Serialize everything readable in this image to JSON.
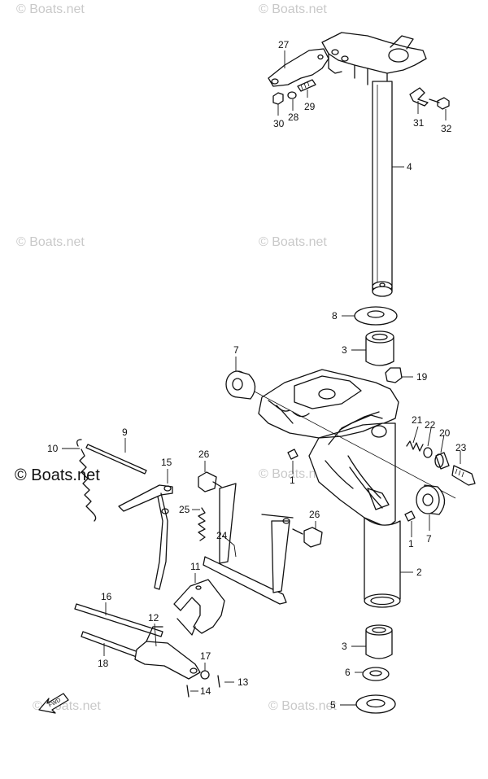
{
  "watermarks": {
    "small": "© Boats.net",
    "large": "© Boats.net"
  },
  "fwd_label": "FWD",
  "callouts": {
    "c1a": "1",
    "c1b": "1",
    "c2": "2",
    "c3a": "3",
    "c3b": "3",
    "c4": "4",
    "c5": "5",
    "c6": "6",
    "c7a": "7",
    "c7b": "7",
    "c8": "8",
    "c9": "9",
    "c10": "10",
    "c11": "11",
    "c12": "12",
    "c13": "13",
    "c14": "14",
    "c15": "15",
    "c16": "16",
    "c17": "17",
    "c18": "18",
    "c19": "19",
    "c20": "20",
    "c21": "21",
    "c22": "22",
    "c23": "23",
    "c24": "24",
    "c25": "25",
    "c26a": "26",
    "c26b": "26",
    "c27": "27",
    "c28": "28",
    "c29": "29",
    "c30": "30",
    "c31": "31",
    "c32": "32"
  }
}
